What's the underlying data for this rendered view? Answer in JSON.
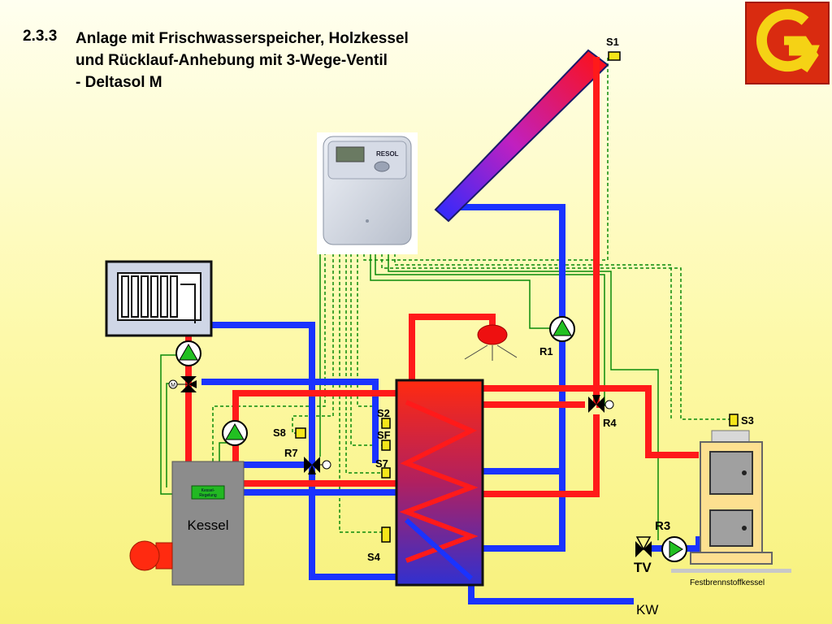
{
  "title": {
    "number": "2.3.3",
    "line1": "Anlage mit Frischwasserspeicher, Holzkessel",
    "line2": "und Rücklauf-Anhebung mit 3-Wege-Ventil",
    "line3": "- Deltasol M"
  },
  "logo": {
    "icon": "g-arrow-logo-icon",
    "bg_color": "#d92b10",
    "fg_color": "#f5d215"
  },
  "controller": {
    "brand": "RESOL"
  },
  "sensors": {
    "s1": "S1",
    "s2": "S2",
    "sf": "SF",
    "s7": "S7",
    "s8": "S8",
    "s4": "S4",
    "s3": "S3"
  },
  "relays": {
    "r1": "R1",
    "r3": "R3",
    "r4": "R4",
    "r7": "R7",
    "tv": "TV"
  },
  "components": {
    "kessel": "Kessel",
    "kessel_regelung_1": "Kessel-",
    "kessel_regelung_2": "Regelung",
    "motor": "M",
    "festbrennstoffkessel": "Festbrennstoffkessel",
    "kw": "KW"
  },
  "colors": {
    "hot": "#ff1a1a",
    "cold": "#1a33ff",
    "signal": "#0a8a0a",
    "pump": "#22c022",
    "sensor": "#f5e51a"
  }
}
